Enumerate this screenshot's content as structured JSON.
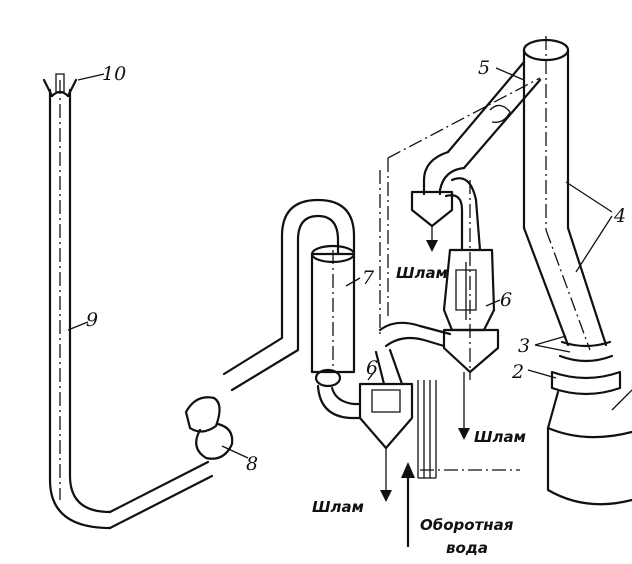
{
  "callouts": {
    "n2": "2",
    "n3": "3",
    "n4": "4",
    "n5": "5",
    "n6a": "6",
    "n6b": "6",
    "n7": "7",
    "n8": "8",
    "n9": "9",
    "n10": "10"
  },
  "labels": {
    "sludge_top": "Шлам",
    "sludge_mid": "Шлам",
    "sludge_bottom": "Шлам",
    "water_line1": "Оборотная",
    "water_line2": "вода"
  }
}
